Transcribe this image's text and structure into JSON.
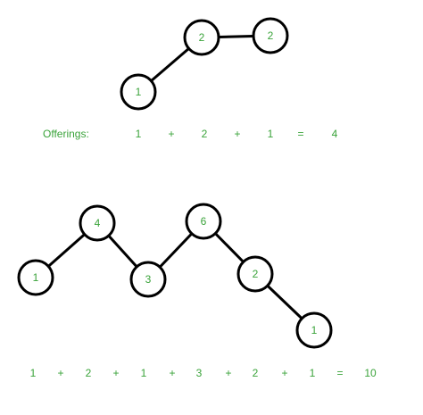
{
  "colors": {
    "text": "#3aa33a",
    "stroke": "#000000",
    "node_fill": "#ffffff",
    "background": "#ffffff"
  },
  "diagram_top": {
    "nodes": [
      {
        "id": "t1",
        "label": "1"
      },
      {
        "id": "t2",
        "label": "2"
      },
      {
        "id": "t3",
        "label": "2"
      }
    ],
    "edges": [
      [
        "t1",
        "t2"
      ],
      [
        "t2",
        "t3"
      ]
    ],
    "equation": {
      "label": "Offerings:",
      "tokens": [
        "1",
        "+",
        "2",
        "+",
        "1",
        "=",
        "4"
      ]
    }
  },
  "diagram_bottom": {
    "nodes": [
      {
        "id": "b1",
        "label": "1"
      },
      {
        "id": "b2",
        "label": "4"
      },
      {
        "id": "b3",
        "label": "3"
      },
      {
        "id": "b4",
        "label": "6"
      },
      {
        "id": "b5",
        "label": "2"
      },
      {
        "id": "b6",
        "label": "1"
      }
    ],
    "edges": [
      [
        "b1",
        "b2"
      ],
      [
        "b2",
        "b3"
      ],
      [
        "b3",
        "b4"
      ],
      [
        "b4",
        "b5"
      ],
      [
        "b5",
        "b6"
      ]
    ],
    "equation": {
      "tokens": [
        "1",
        "+",
        "2",
        "+",
        "1",
        "+",
        "3",
        "+",
        "2",
        "+",
        "1",
        "=",
        "10"
      ]
    }
  }
}
